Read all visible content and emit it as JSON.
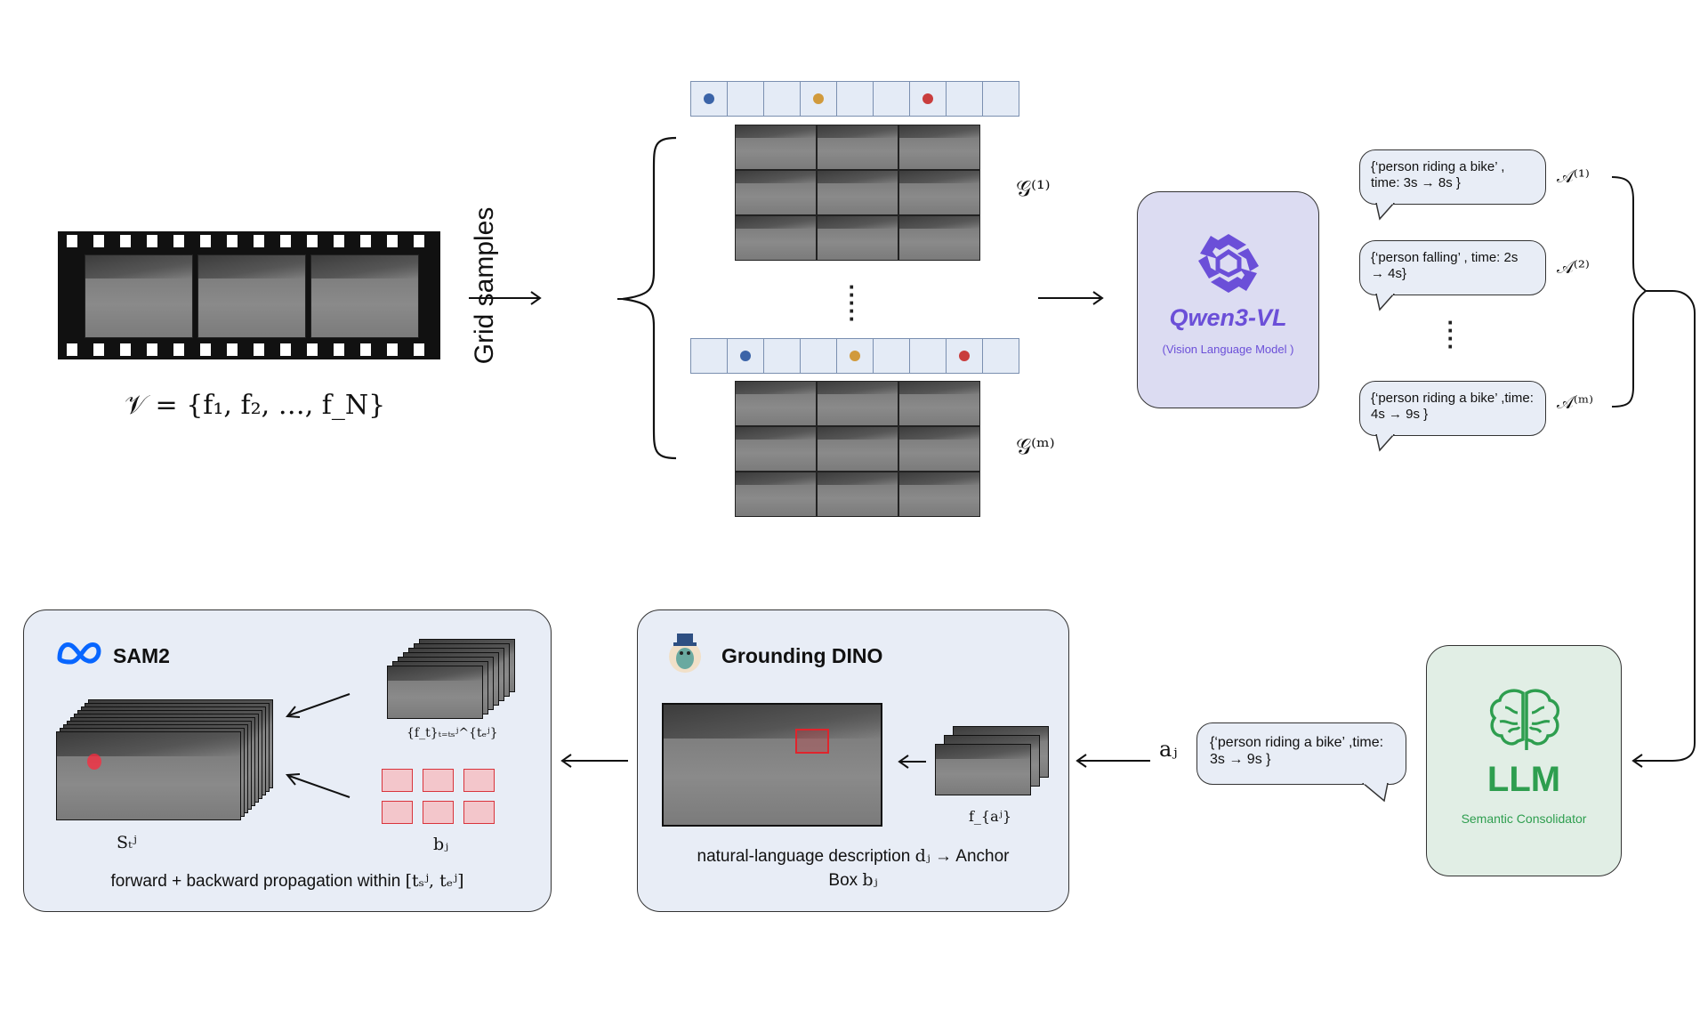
{
  "video": {
    "formula": "𝒱 = {f₁, f₂, …, f_N}"
  },
  "grid": {
    "label": "Grid samples",
    "g1": "𝒢⁽¹⁾",
    "gm": "𝒢⁽ᵐ⁾",
    "dot_colors": [
      "#3b64a8",
      "#d19a3c",
      "#c93d3d"
    ]
  },
  "vlm": {
    "name": "Qwen3-VL",
    "subtitle": "(Vision Language Model )",
    "color": "#6b4fd8",
    "bg": "#dcdcf2"
  },
  "annotations": [
    {
      "text": "{‘person riding a bike’ , time: 3s → 8s }",
      "label": "𝒜⁽¹⁾"
    },
    {
      "text": "{‘person falling’ , time: 2s → 4s}",
      "label": "𝒜⁽²⁾"
    },
    {
      "text": "{‘person riding a bike’ ,time: 4s → 9s }",
      "label": "𝒜⁽ᵐ⁾"
    }
  ],
  "llm": {
    "name": "LLM",
    "subtitle": "Semantic Consolidator",
    "color": "#2e9e4f",
    "bg": "#e1eee5"
  },
  "anchor": {
    "label": "aⱼ",
    "text": "{‘person riding a bike’ ,time: 3s → 9s }"
  },
  "dino": {
    "title": "Grounding DINO",
    "frame_label": "f_{aʲ}",
    "caption_a": "natural-language description",
    "caption_dj": "dⱼ",
    "caption_b": "→ Anchor",
    "caption_c": "Box",
    "caption_bj": "bⱼ"
  },
  "sam": {
    "title": "SAM2",
    "frames_label": "{f_t}ₜ₌ₜₛʲ^{tₑʲ}",
    "boxes_label": "bⱼ",
    "mask_label": "Sₜʲ",
    "caption": "forward + backward propagation within",
    "caption_range": "[tₛʲ, tₑʲ]",
    "logo_color": "#0866ff"
  },
  "panel_bg": "#e8edf6"
}
